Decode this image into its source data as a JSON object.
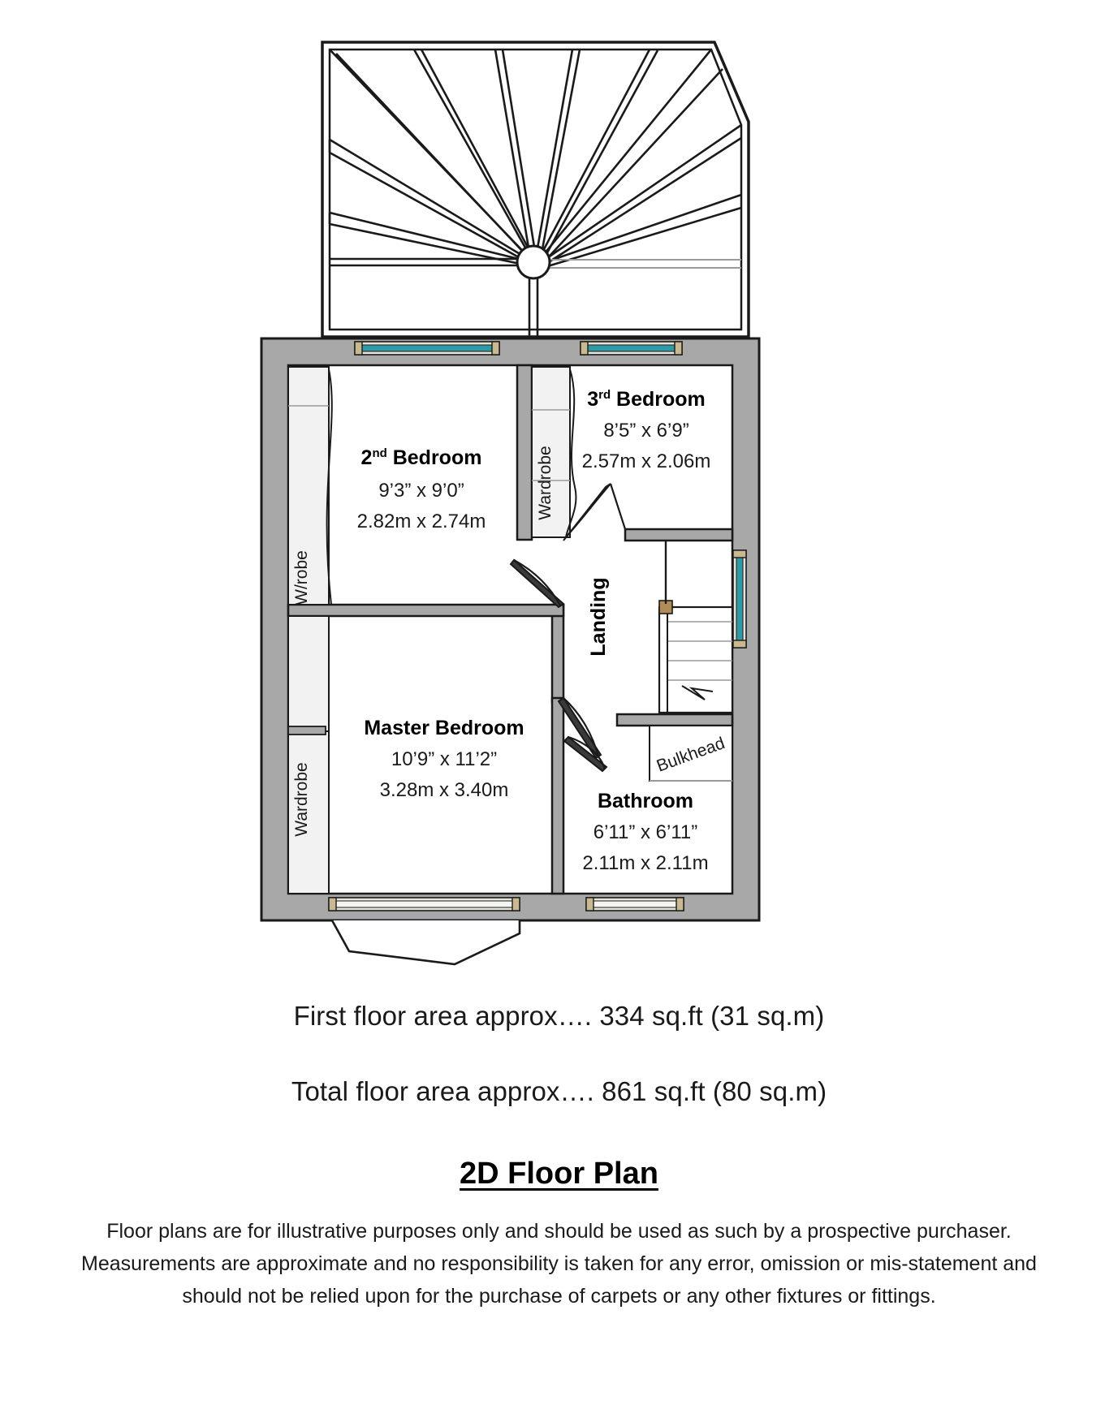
{
  "document": {
    "title": "2D Floor Plan",
    "type": "residential-first-floor-plan"
  },
  "plan": {
    "rooms": [
      {
        "id": "second-bedroom",
        "name": "2",
        "name_sup": "nd",
        "name_rest": " Bedroom",
        "name_full": "2nd Bedroom",
        "dim_imperial": "9’3” x 9’0”",
        "dim_metric": "2.82m x 2.74m"
      },
      {
        "id": "third-bedroom",
        "name": "3",
        "name_sup": "rd",
        "name_rest": " Bedroom",
        "name_full": "3rd Bedroom",
        "dim_imperial": "8’5” x 6’9”",
        "dim_metric": "2.57m x 2.06m"
      },
      {
        "id": "master-bedroom",
        "name_full": "Master Bedroom",
        "dim_imperial": "10’9” x 11’2”",
        "dim_metric": "3.28m x 3.40m"
      },
      {
        "id": "bathroom",
        "name_full": "Bathroom",
        "dim_imperial": "6’11” x 6’11”",
        "dim_metric": "2.11m x 2.11m"
      }
    ],
    "labels": {
      "landing": "Landing",
      "bulkhead": "Bulkhead",
      "wardrobe_third_bedroom": "Wardrobe",
      "wrobe_second_bedroom": "W/robe",
      "wardrobe_master_bedroom": "Wardrobe"
    },
    "colors": {
      "wall_fill": "#a8a8a8",
      "wall_stroke": "#1a1a1a",
      "room_fill": "#ffffff",
      "window_glass": "#2e9aa6",
      "window_frame": "#e8e4d8",
      "fixture_fill": "#f2f2f2",
      "hinge": "#b08d57",
      "stair_line": "#9a9a9a"
    }
  },
  "areas": {
    "first_floor": "First floor area approx…. 334 sq.ft (31 sq.m)",
    "total_floor": "Total floor area approx…. 861 sq.ft (80 sq.m)"
  },
  "disclaimer": {
    "line1": "Floor plans are for illustrative purposes only and should be used as such by a prospective purchaser.",
    "line2": "Measurements are approximate and no responsibility is taken for any error, omission or mis-statement and",
    "line3": "should not be relied upon for the purchase of carpets or any other fixtures or fittings."
  }
}
